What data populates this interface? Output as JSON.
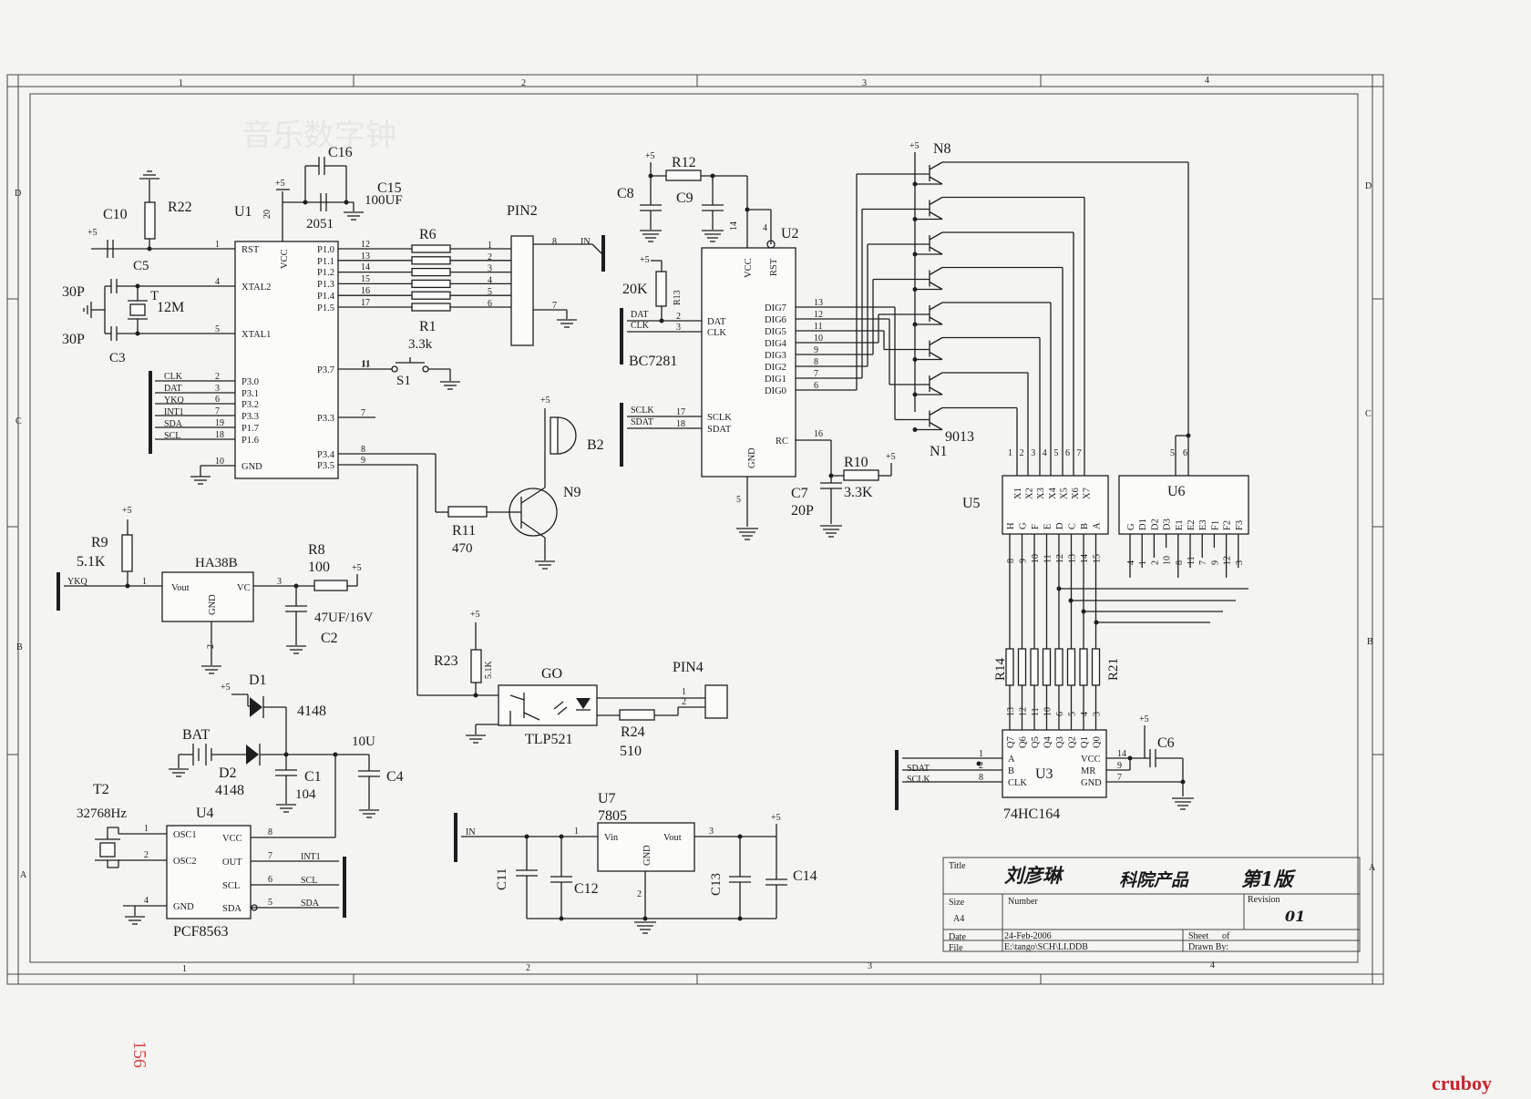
{
  "frame": {
    "columns_top": [
      "1",
      "2",
      "3",
      "4"
    ],
    "columns_bottom": [
      "1",
      "2",
      "3",
      "4"
    ],
    "rows_left": [
      "D",
      "C",
      "B",
      "A"
    ],
    "rows_right": [
      "D",
      "C",
      "B",
      "A"
    ]
  },
  "power": {
    "plus5": "+5",
    "in": "IN"
  },
  "u1": {
    "ref": "U1",
    "part": "2051",
    "vcc_pin": "20",
    "left_pins": [
      {
        "n": "1",
        "name": "RST"
      },
      {
        "n": "4",
        "name": "XTAL2"
      },
      {
        "n": "5",
        "name": "XTAL1"
      },
      {
        "n": "2",
        "name": "P3.0"
      },
      {
        "n": "3",
        "name": "P3.1"
      },
      {
        "n": "6",
        "name": "P3.2"
      },
      {
        "n": "7",
        "name": "P3.3"
      },
      {
        "n": "19",
        "name": "P1.7"
      },
      {
        "n": "18",
        "name": "P1.6"
      },
      {
        "n": "10",
        "name": "GND"
      }
    ],
    "right_pins": [
      {
        "n": "12",
        "name": "P1.0"
      },
      {
        "n": "13",
        "name": "P1.1"
      },
      {
        "n": "14",
        "name": "P1.2"
      },
      {
        "n": "15",
        "name": "P1.3"
      },
      {
        "n": "16",
        "name": "P1.4"
      },
      {
        "n": "17",
        "name": "P1.5"
      },
      {
        "n": "11",
        "name": "P3.7"
      },
      {
        "n": "7",
        "name": "P3.3"
      },
      {
        "n": "8",
        "name": "P3.4"
      },
      {
        "n": "9",
        "name": "P3.5"
      }
    ],
    "vcc": "VCC",
    "bus_labels": [
      "CLK",
      "DAT",
      "YKQ",
      "INT1",
      "SDA",
      "SCL"
    ]
  },
  "u2": {
    "ref": "U2",
    "part": "BC7281",
    "vcc_pin": "14",
    "rst_pin": "4",
    "gnd_pin": "5",
    "vcc": "VCC",
    "rst": "RST",
    "gnd": "GND",
    "left_pins": [
      {
        "n": "2",
        "name": "DAT"
      },
      {
        "n": "3",
        "name": "CLK"
      },
      {
        "n": "17",
        "name": "SCLK"
      },
      {
        "n": "18",
        "name": "SDAT"
      }
    ],
    "right_pins": [
      {
        "n": "13",
        "name": "DIG7"
      },
      {
        "n": "12",
        "name": "DIG6"
      },
      {
        "n": "11",
        "name": "DIG5"
      },
      {
        "n": "10",
        "name": "DIG4"
      },
      {
        "n": "9",
        "name": "DIG3"
      },
      {
        "n": "8",
        "name": "DIG2"
      },
      {
        "n": "7",
        "name": "DIG1"
      },
      {
        "n": "6",
        "name": "DIG0"
      }
    ],
    "rc_pin": "16",
    "rc": "RC",
    "bus_top": [
      "DAT",
      "CLK"
    ],
    "bus_bottom": [
      "SCLK",
      "SDAT"
    ]
  },
  "u3": {
    "ref": "U3",
    "part": "74HC164",
    "left": [
      {
        "n": "1",
        "name": "A"
      },
      {
        "n": "2",
        "name": "B"
      },
      {
        "n": "8",
        "name": "CLK"
      }
    ],
    "right": [
      {
        "n": "14",
        "name": "VCC"
      },
      {
        "n": "9",
        "name": "MR"
      },
      {
        "n": "7",
        "name": "GND"
      }
    ],
    "top": [
      "Q7",
      "Q6",
      "Q5",
      "Q4",
      "Q3",
      "Q2",
      "Q1",
      "Q0"
    ],
    "top_pins": [
      "13",
      "12",
      "11",
      "10",
      "6",
      "5",
      "4",
      "3"
    ],
    "bus": [
      "SDAT",
      "SCLK"
    ]
  },
  "u4": {
    "ref": "U4",
    "part": "PCF8563",
    "left": [
      {
        "n": "1",
        "name": "OSC1"
      },
      {
        "n": "2",
        "name": "OSC2"
      },
      {
        "n": "4",
        "name": "GND"
      }
    ],
    "right": [
      {
        "n": "8",
        "name": "VCC"
      },
      {
        "n": "7",
        "name": "OUT"
      },
      {
        "n": "6",
        "name": "SCL"
      },
      {
        "n": "5",
        "name": "SDA"
      }
    ],
    "bus": [
      "INT1",
      "SCL",
      "SDA"
    ]
  },
  "u5": {
    "ref": "U5",
    "top": [
      "X1",
      "X2",
      "X3",
      "X4",
      "X5",
      "X6",
      "X7"
    ],
    "top_pins": [
      "1",
      "2",
      "3",
      "4",
      "5",
      "6",
      "7"
    ],
    "bottom": [
      "H",
      "G",
      "F",
      "E",
      "D",
      "C",
      "B",
      "A"
    ],
    "bottom_pins": [
      "8",
      "9",
      "10",
      "11",
      "12",
      "13",
      "14",
      "15"
    ]
  },
  "u6": {
    "ref": "U6",
    "top_pins": [
      "5",
      "6"
    ],
    "bottom": [
      "G",
      "D1",
      "D2",
      "D3",
      "E1",
      "E2",
      "E3",
      "F1",
      "F2",
      "F3"
    ],
    "bottom_pins": [
      "4",
      "1",
      "2",
      "10",
      "8",
      "11",
      "7",
      "9",
      "12",
      "3"
    ]
  },
  "u7": {
    "ref": "U7",
    "part": "7805",
    "vin": "Vin",
    "vout": "Vout",
    "gnd": "GND",
    "in_pin": "1",
    "out_pin": "3",
    "gnd_pin": "2"
  },
  "ha38b": {
    "ref": "HA38B",
    "vout": "Vout",
    "vc": "VC",
    "gnd": "GND",
    "p1": "1",
    "p2": "2",
    "p3": "3",
    "bus": "YKQ"
  },
  "tlp521": {
    "ref": "GO",
    "part": "TLP521"
  },
  "pin2": {
    "ref": "PIN2",
    "pins": [
      "1",
      "2",
      "3",
      "4",
      "5",
      "6",
      "7",
      "8"
    ]
  },
  "pin4": {
    "ref": "PIN4",
    "pins": [
      "1",
      "2"
    ]
  },
  "transistors": {
    "top": "N8",
    "bottom": "N1",
    "part": "9013",
    "n9": "N9"
  },
  "parts": {
    "c16": "C16",
    "c15": "C15",
    "c15v": "100UF",
    "c10": "C10",
    "c5": "C5",
    "r22": "R22",
    "c30a": "30P",
    "c30b": "30P",
    "c3": "C3",
    "t": "T",
    "xtal": "12M",
    "r6": "R6",
    "r1": "R1",
    "r1v": "3.3k",
    "s1": "S1",
    "b2": "B2",
    "r11": "R11",
    "r11v": "470",
    "r9": "R9",
    "r9v": "5.1K",
    "r8": "R8",
    "r8v": "100",
    "c2v": "47UF/16V",
    "c2": "C2",
    "r23": "R23",
    "r23v": "5.1K",
    "r24": "R24",
    "r24v": "510",
    "d1": "D1",
    "d1v": "4148",
    "bat": "BAT",
    "d2": "D2",
    "d2v": "4148",
    "c1": "C1",
    "c1v": "104",
    "c4v": "10U",
    "c4": "C4",
    "t2": "T2",
    "t2v": "32768Hz",
    "c8": "C8",
    "r12": "R12",
    "c9": "C9",
    "r13": "R13",
    "r13v": "20K",
    "c7": "C7",
    "c7v": "20P",
    "r10": "R10",
    "r10v": "3.3K",
    "r14": "R14",
    "r21": "R21",
    "c6": "C6",
    "c11": "C11",
    "c12": "C12",
    "c13": "C13",
    "c14": "C14"
  },
  "titleblock": {
    "title_label": "Title",
    "title_author": "刘彦琳",
    "title_product": "科院产品",
    "title_edition": "第1版",
    "size_label": "Size",
    "size": "A4",
    "number_label": "Number",
    "revision_label": "Revision",
    "revision": "01",
    "date_label": "Date",
    "date": "24-Feb-2006",
    "file_label": "File",
    "file": "E:\\tango\\SCH\\LI.DDB",
    "sheet_label": "Sheet",
    "of_label": "of",
    "drawn_label": "Drawn By:"
  },
  "page_mark": "156",
  "watermark": "cruboy",
  "header_faint": "音乐数字钟"
}
